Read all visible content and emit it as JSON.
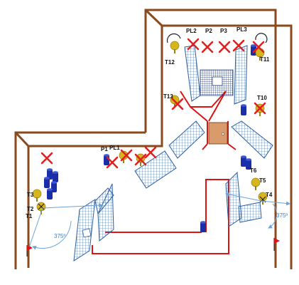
{
  "colors": {
    "wall": "#8b4a1c",
    "red_line": "#d91515",
    "panel_fill": "#7ea8d8",
    "panel_stroke": "#2e5f9e",
    "barrel": "#1a2ea8",
    "target": "#d6b61e",
    "x_mark": "#e22020",
    "door": "#d99a6c",
    "arc": "#6fa2d8",
    "flag": "#d91515"
  },
  "labels": {
    "T1": "T1",
    "T2": "T2",
    "T3": "T3",
    "T4": "T4",
    "T5": "T5",
    "T6": "T6",
    "T10": "T10",
    "T11": "T11",
    "T12": "T12",
    "T13": "T13",
    "P1": "P1",
    "P2": "P2",
    "P3": "P3",
    "PL1": "PL1",
    "PL2": "PL2",
    "PL3": "PL3"
  },
  "angles": {
    "left": "375º",
    "right": "375º"
  },
  "icons": {
    "target": "popup-target-icon",
    "barrel": "barrel-icon",
    "flag": "flag-icon",
    "x_mark": "cross-mark-icon"
  }
}
